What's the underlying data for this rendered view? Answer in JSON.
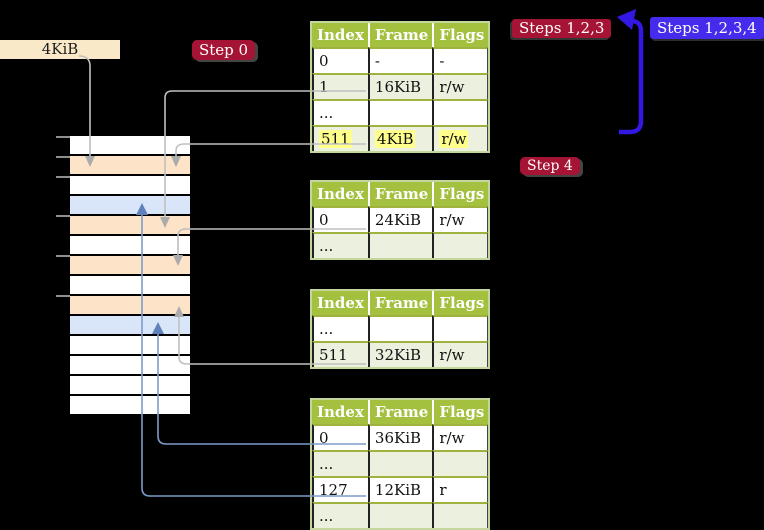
{
  "frame_box": {
    "label": "4KiB"
  },
  "badges": {
    "step0": "Step 0",
    "steps123": "Steps 1,2,3",
    "steps1234": "Steps 1,2,3,4",
    "step4": "Step 4"
  },
  "tables": [
    {
      "name": "page-table-level-top",
      "header": [
        "Index",
        "Frame",
        "Flags"
      ],
      "rows": [
        [
          "0",
          "-",
          "-"
        ],
        [
          "1",
          "16KiB",
          "r/w"
        ],
        [
          "...",
          "",
          ""
        ],
        [
          "511",
          "4KiB",
          "r/w"
        ]
      ],
      "highlighted_row": "511 | 4KiB | r/w"
    },
    {
      "name": "page-table-second",
      "header": [
        "Index",
        "Frame",
        "Flags"
      ],
      "rows": [
        [
          "0",
          "24KiB",
          "r/w"
        ],
        [
          "...",
          "",
          ""
        ]
      ]
    },
    {
      "name": "page-table-third",
      "header": [
        "Index",
        "Frame",
        "Flags"
      ],
      "rows": [
        [
          "...",
          "",
          ""
        ],
        [
          "511",
          "32KiB",
          "r/w"
        ]
      ]
    },
    {
      "name": "page-table-fourth",
      "header": [
        "Index",
        "Frame",
        "Flags"
      ],
      "rows": [
        [
          "0",
          "36KiB",
          "r/w"
        ],
        [
          "...",
          "",
          ""
        ],
        [
          "127",
          "12KiB",
          "r"
        ],
        [
          "...",
          "",
          ""
        ]
      ]
    }
  ],
  "memory": {
    "rows": [
      "white",
      "orange",
      "white",
      "blue",
      "orange",
      "white",
      "orange",
      "white",
      "orange",
      "blue",
      "white",
      "white",
      "white",
      "white"
    ]
  },
  "colors": {
    "background": "#000000",
    "table_header_green": "#A3C13F",
    "table_row_alt_green": "#EBF1DE",
    "table_border_green": "#C3D69B",
    "highlight_yellow": "#FFFF8C",
    "badge_red": "#A51335",
    "badge_blue": "#452BEB",
    "big_arrow_blue": "#3318E3",
    "connector_gray": "#C0C0C0",
    "connector_blue": "#7E9CC9",
    "frame_box_tan": "#FAE9C9",
    "strip_orange": "#FDE3C8",
    "strip_blue": "#D9E5F8"
  }
}
